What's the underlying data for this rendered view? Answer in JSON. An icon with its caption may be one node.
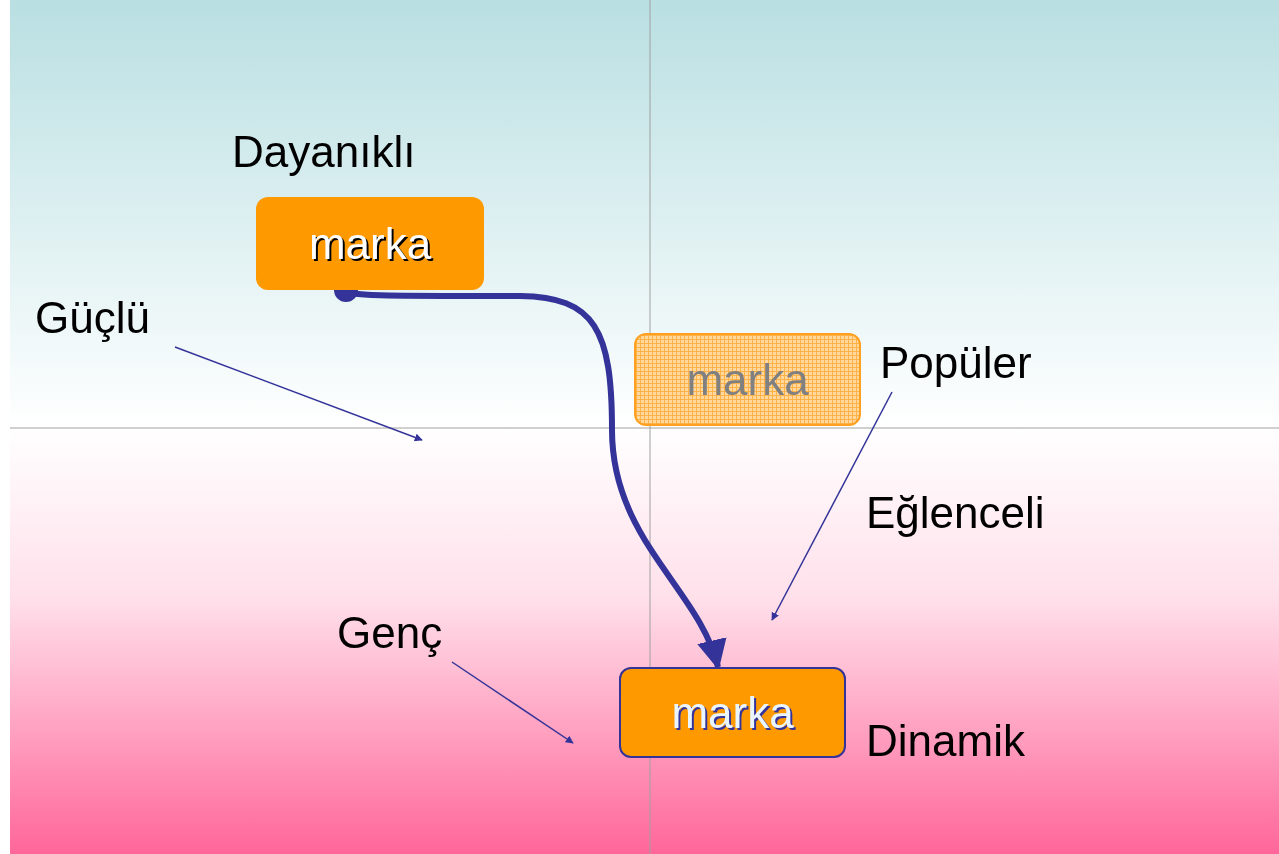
{
  "diagram": {
    "nodes": [
      {
        "text": [
          "marka"
        ]
      },
      {
        "text": [
          "Güçlü"
        ]
      },
      {
        "text": [
          "marka"
        ]
      },
      {
        "text": [
          "Popüler"
        ]
      },
      {
        "text": [
          "Genç"
        ]
      },
      {
        "text": [
          "marka"
        ]
      }
    ],
    "edges": [
      {
        "from": 0,
        "to": 5,
        "arrow": "to",
        "style": "thick"
      },
      {
        "from": 1,
        "to": null,
        "arrow": "to"
      },
      {
        "from": 3,
        "to": null,
        "arrow": "to"
      },
      {
        "from": 4,
        "to": null,
        "arrow": "to"
      }
    ],
    "labels": [
      "Dayanıklı",
      "Eğlenceli",
      "Dinamik"
    ]
  }
}
